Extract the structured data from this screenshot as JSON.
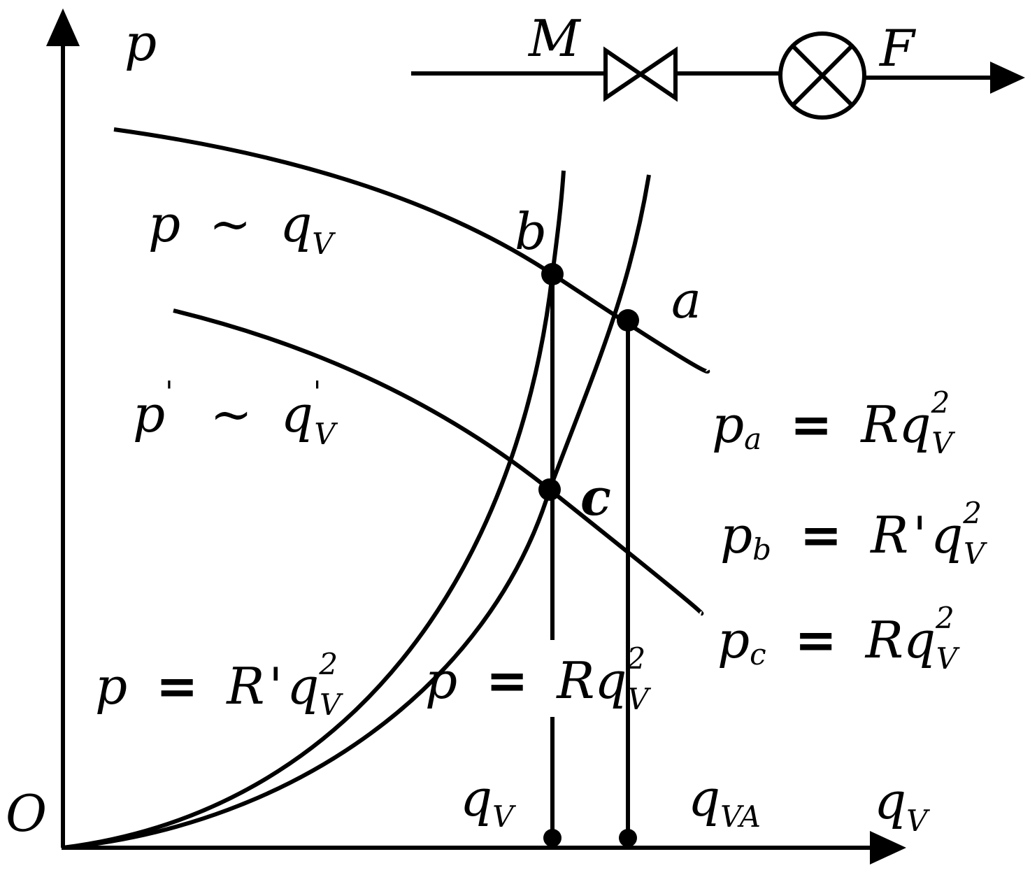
{
  "axes": {
    "y_label": "p",
    "x_label_main": "q",
    "x_label_sub": "V",
    "origin": "O"
  },
  "schematic": {
    "valve_label": "M",
    "fan_label": "F"
  },
  "curves": {
    "pump": {
      "main": "p",
      "tilde": "~",
      "var": "q",
      "var_sub": "V"
    },
    "pump_reduced": {
      "main": "p",
      "prime": "'",
      "tilde": "~",
      "var": "q",
      "var_prime": "'",
      "var_sub": "V"
    },
    "system_rprime": {
      "lhs": "p",
      "eq": "=",
      "coef": "R",
      "coef_prime": "'",
      "var": "q",
      "sub": "V",
      "pow": "2"
    },
    "system_r": {
      "lhs": "p",
      "eq": "=",
      "coef": "R",
      "var": "q",
      "sub": "V",
      "pow": "2"
    }
  },
  "points": {
    "a": "a",
    "b": "b",
    "c": "c"
  },
  "equations": {
    "pa": {
      "lhs": "p",
      "lhs_sub": "a",
      "eq": "=",
      "coef": "R",
      "var": "q",
      "sub": "V",
      "pow": "2"
    },
    "pb": {
      "lhs": "p",
      "lhs_sub": "b",
      "eq": "=",
      "coef": "R",
      "coef_prime": "'",
      "var": "q",
      "sub": "V",
      "pow": "2"
    },
    "pc": {
      "lhs": "p",
      "lhs_sub": "c",
      "eq": "=",
      "coef": "R",
      "var": "q",
      "sub": "V",
      "pow": "2"
    }
  },
  "flow_labels": {
    "qv": {
      "main": "q",
      "sub": "V"
    },
    "qva": {
      "main": "q",
      "sub": "VA"
    }
  }
}
